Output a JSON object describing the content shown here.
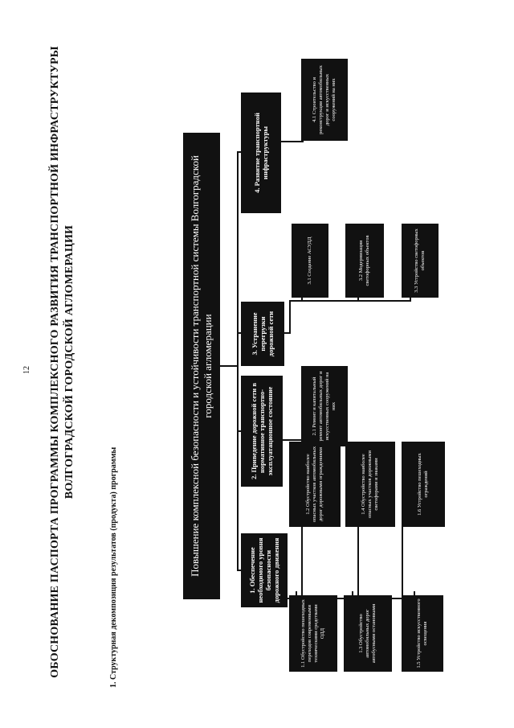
{
  "page_number": "12",
  "title_line1": "ОБОСНОВАНИЕ ПАСПОРТА ПРОГРАММЫ КОМПЛЕКСНОГО РАЗВИТИЯ ТРАНСПОРТНОЙ ИНФРАСТРУКТУРЫ",
  "title_line2": "ВОЛГОГРАДСКОЙ ГОРОДСКОЙ АГЛОМЕРАЦИИ",
  "section_heading": "1.  Структурная декомпозиция результатов (продукта) программы",
  "root": "Повышение комплексной безопасности и устойчивости транспортной системы Волгоградской городской агломерации",
  "branches": [
    {
      "label": "1. Обеспечение необходимого уровня безопасности дорожного движения",
      "items": [
        "1.1 Обустройство пешеходных переходов современными техническими средствами ОДД",
        "1.2 Обустройство наиболее опасных участков автомобильных дорог дорожными ограждениями",
        "1.3 Обустройство автомобильных дорог автобусными остановками",
        "1.4 Обустройство наиболее опасных участков дорожными светофорами и знаками",
        "1.5 Устройство искусственного освещения",
        "1.6 Устройство пешеходных ограждений"
      ]
    },
    {
      "label": "2. Приведение дорожной сети в нормативное транспортно-эксплуатационное состояние",
      "items": [
        "2.1 Ремонт и капитальный ремонт автомобильных дорог и искусственных сооружений на них"
      ]
    },
    {
      "label": "3. Устранение перегрузки дорожной сети",
      "items": [
        "3.1 Создание АСУДД",
        "3.2 Модернизация светофорных объектов",
        "3.3 Устройство светофорных объектов"
      ]
    },
    {
      "label": "4. Развитие транспортной инфраструктуры",
      "items": [
        "4.1 Строительство и реконструкция автомобильных дорог и искусственных сооружений на них"
      ]
    }
  ]
}
